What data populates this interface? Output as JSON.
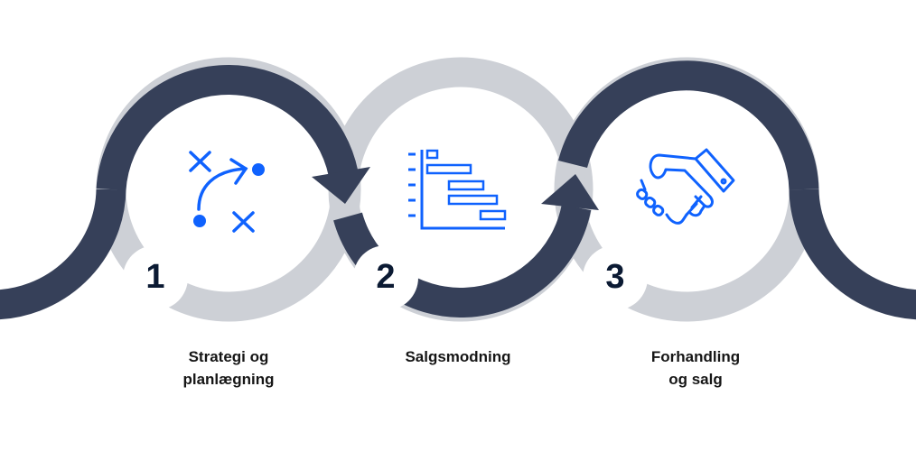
{
  "colors": {
    "dark": "#364059",
    "gray": "#cdd0d6",
    "accent": "#0f62fe",
    "number": "#0b1a33"
  },
  "steps": [
    {
      "number": "1",
      "label_line1": "Strategi og",
      "label_line2": "planlægning",
      "icon": "strategy-play-icon"
    },
    {
      "number": "2",
      "label_line1": "Salgsmodning",
      "label_line2": "",
      "icon": "gantt-chart-icon"
    },
    {
      "number": "3",
      "label_line1": "Forhandling",
      "label_line2": "og salg",
      "icon": "handshake-icon"
    }
  ]
}
